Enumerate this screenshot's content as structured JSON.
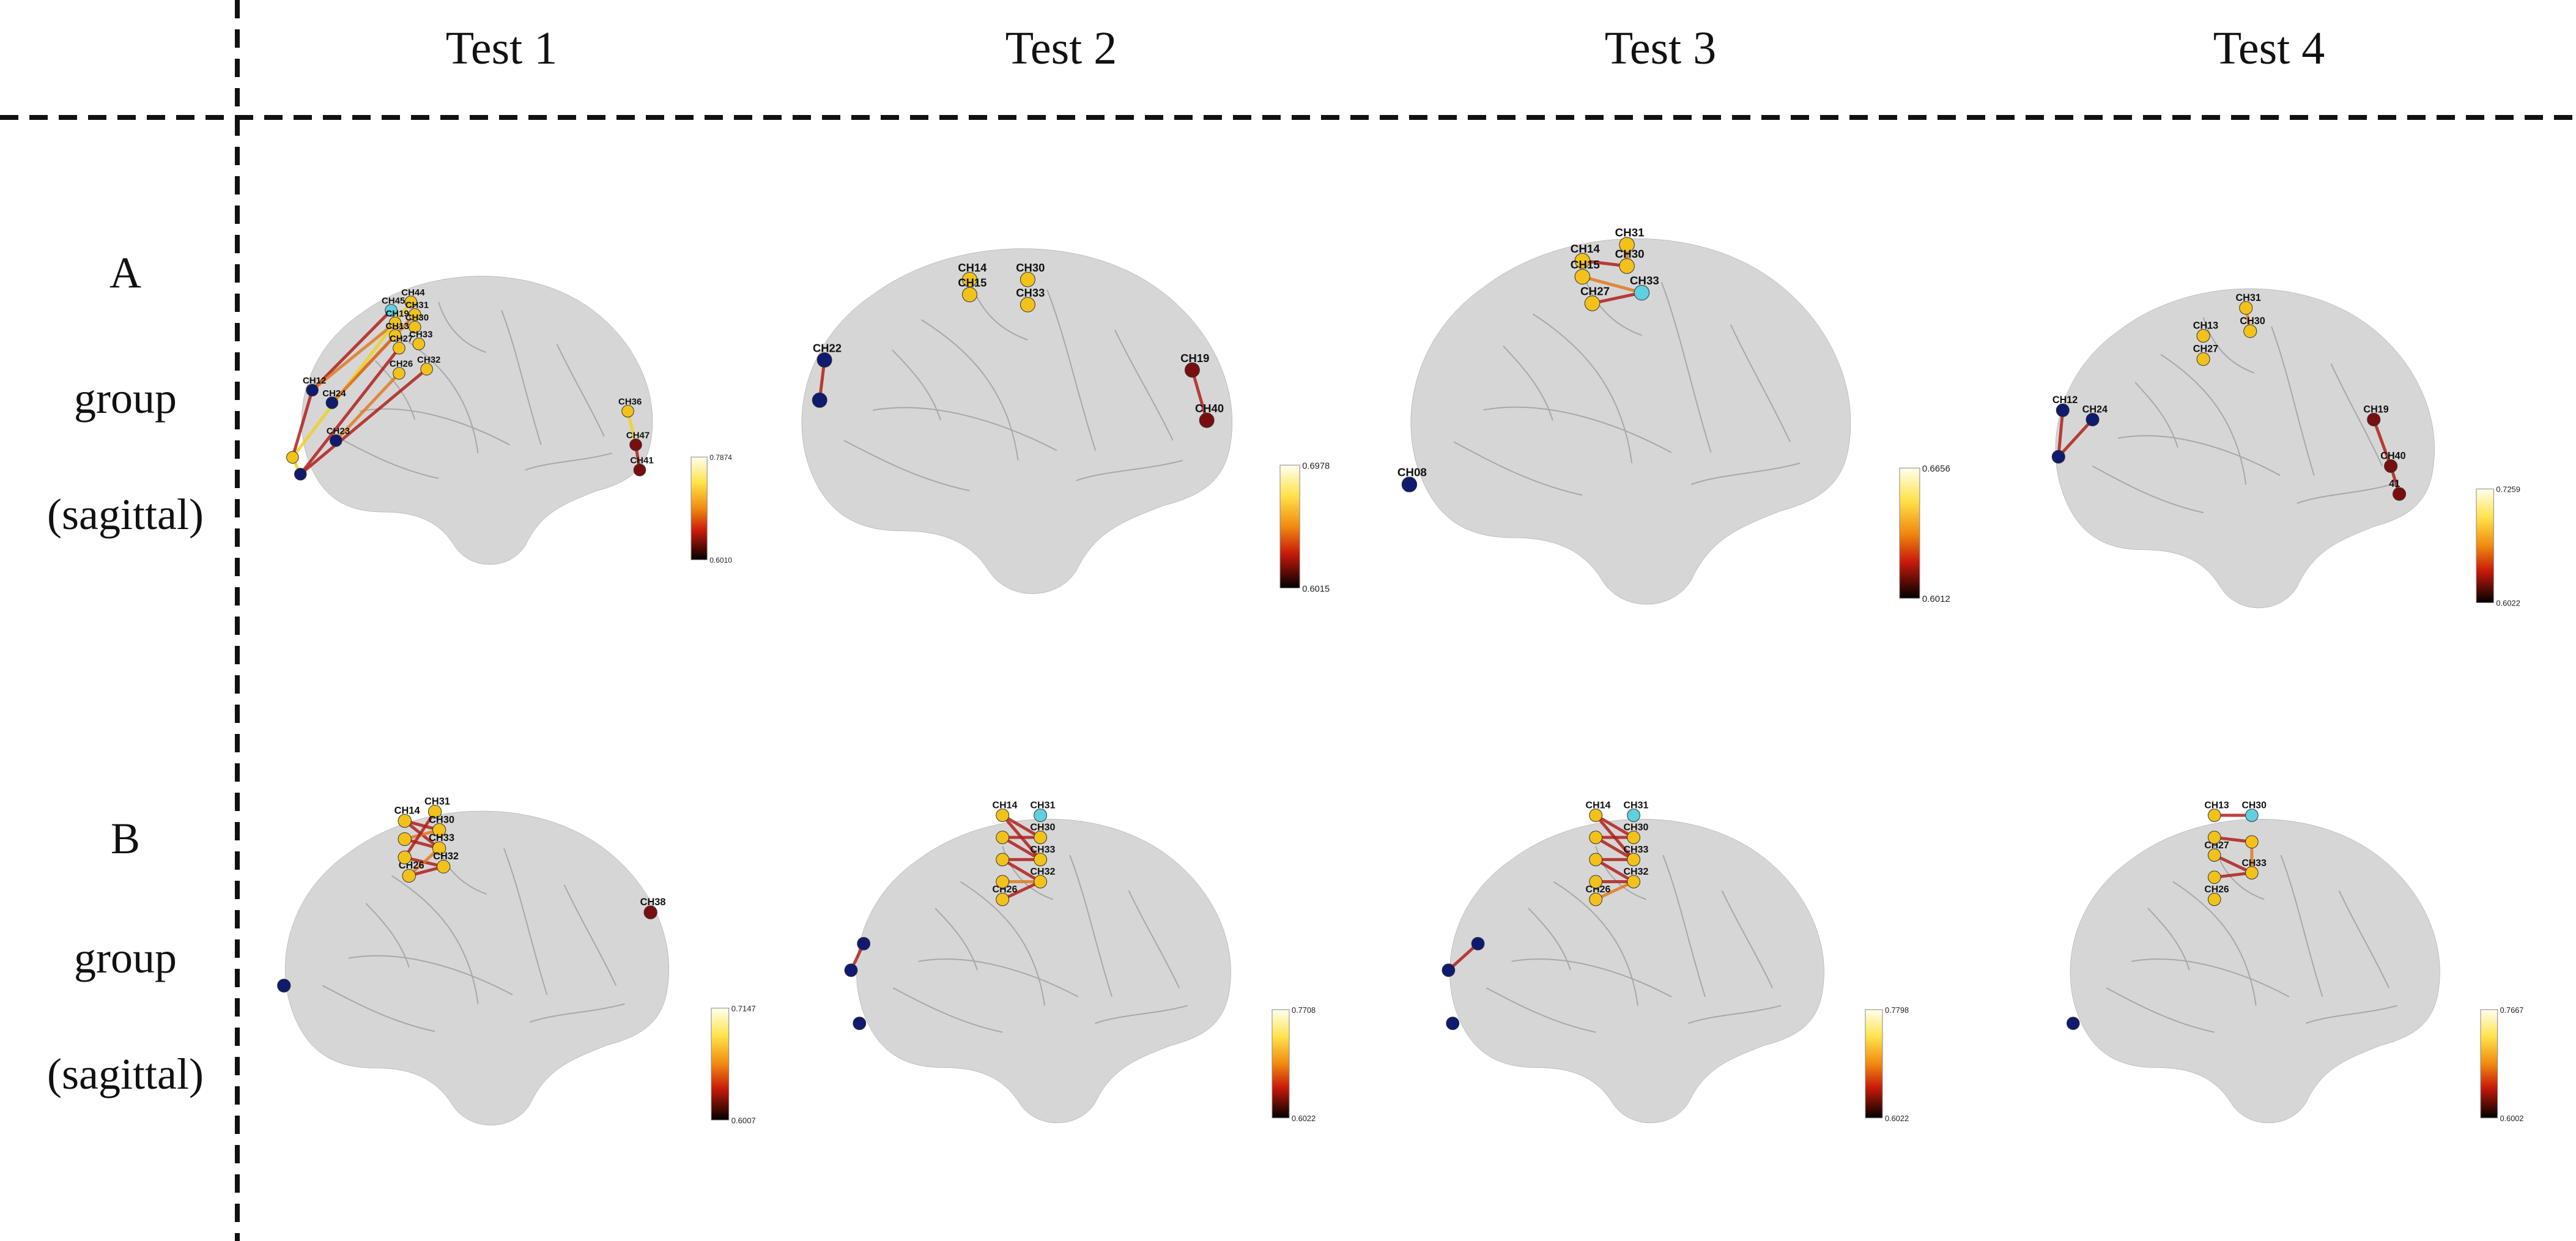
{
  "columns": [
    "Test 1",
    "Test 2",
    "Test 3",
    "Test 4"
  ],
  "rows": [
    {
      "letter": "A",
      "line2": "group",
      "line3": "(sagittal)"
    },
    {
      "letter": "B",
      "line2": "group",
      "line3": "(sagittal)"
    }
  ],
  "panels": {
    "A1": {
      "labels": [
        "CH45",
        "CH44",
        "CH31",
        "CH19",
        "CH30",
        "CH13",
        "CH27",
        "CH33",
        "CH32",
        "CH26",
        "CH12",
        "CH24",
        "CH36",
        "CH23",
        "CH47",
        "CH41"
      ],
      "scale_max": "0.7874",
      "scale_min": "0.6010"
    },
    "A2": {
      "labels": [
        "CH14",
        "CH15",
        "CH30",
        "CH33",
        "CH22",
        "CH19",
        "CH40"
      ],
      "scale_max": "0.6978",
      "scale_min": "0.6015"
    },
    "A3": {
      "labels": [
        "CH31",
        "CH14",
        "CH30",
        "CH15",
        "CH33",
        "CH27",
        "CH08"
      ],
      "scale_max": "0.6656",
      "scale_min": "0.6012"
    },
    "A4": {
      "labels": [
        "CH31",
        "CH30",
        "CH13",
        "CH27",
        "CH12",
        "CH24",
        "CH19",
        "CH40",
        "41"
      ],
      "scale_max": "0.7259",
      "scale_min": "0.6022"
    },
    "B1": {
      "labels": [
        "CH14",
        "CH31",
        "CH30",
        "CH33",
        "CH32",
        "CH26",
        "CH38"
      ],
      "scale_max": "0.7147",
      "scale_min": "0.6007"
    },
    "B2": {
      "labels": [
        "CH14",
        "CH31",
        "CH30",
        "CH33",
        "CH32",
        "CH26"
      ],
      "scale_max": "0.7708",
      "scale_min": "0.6022"
    },
    "B3": {
      "labels": [
        "CH14",
        "CH31",
        "CH30",
        "CH33",
        "CH32",
        "CH26"
      ],
      "scale_max": "0.7798",
      "scale_min": "0.6022"
    },
    "B4": {
      "labels": [
        "CH13",
        "CH30",
        "CH27",
        "CH33",
        "CH26"
      ],
      "scale_max": "0.7667",
      "scale_min": "0.6002"
    }
  },
  "colors": {
    "brain_fill": "#cfcfcf",
    "brain_stroke": "#9a9a9a",
    "node_yellow": "#f2c21a",
    "node_navy": "#101a6e",
    "node_cyan": "#5fd0e0",
    "node_darkred": "#7a0e0e",
    "edge_red": "#b0201c",
    "edge_orange": "#e07a20",
    "edge_yellow": "#f0d020"
  }
}
